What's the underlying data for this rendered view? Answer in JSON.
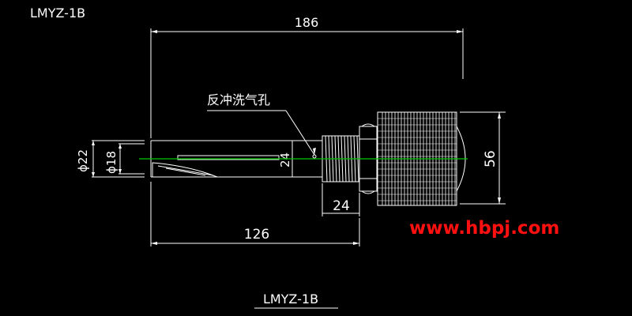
{
  "drawing": {
    "title_top": "LMYZ-1B",
    "title_bottom": "LMYZ-1B",
    "callout_label": "反冲洗气孔",
    "website": "www.hbpj.com",
    "dimensions": {
      "overall_length": "186",
      "stem_length": "126",
      "thread_length": "24",
      "vertical_24": "24",
      "head_diameter": "56",
      "outer_diameter": "ϕ22",
      "inner_diameter": "ϕ18"
    },
    "colors": {
      "background": "#000000",
      "lines": "#ffffff",
      "centerline": "#00c800",
      "website": "#ff1010"
    }
  }
}
